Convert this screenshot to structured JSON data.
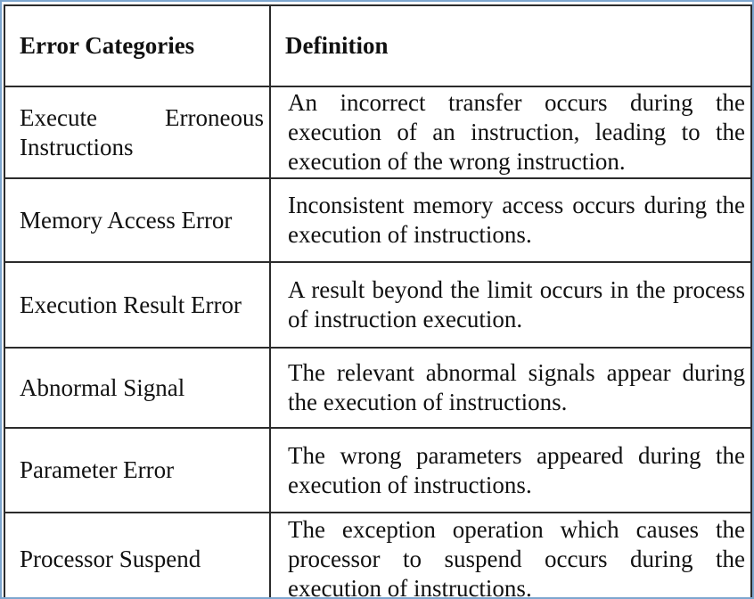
{
  "table": {
    "headers": [
      "Error Categories",
      "Definition"
    ],
    "rows": [
      {
        "category": "Execute Erroneous Instructions",
        "definition": "An incorrect transfer occurs during the execution of an instruction, leading to the execution of the wrong instruction."
      },
      {
        "category": "Memory Access Error",
        "definition": "Inconsistent memory access occurs during the execution of instructions."
      },
      {
        "category": "Execution Result Error",
        "definition": "A result beyond the limit occurs in the process of instruction execution."
      },
      {
        "category": "Abnormal Signal",
        "definition": "The relevant abnormal signals appear during the execution of instructions."
      },
      {
        "category": "Parameter Error",
        "definition": "The wrong parameters appeared during the execution of instructions."
      },
      {
        "category": "Processor Suspend",
        "definition": "The exception operation which causes the processor to suspend occurs during the execution of instructions."
      }
    ]
  },
  "colors": {
    "frame_border": "#7da6cf",
    "table_border": "#2b2b2b",
    "text": "#111111"
  }
}
